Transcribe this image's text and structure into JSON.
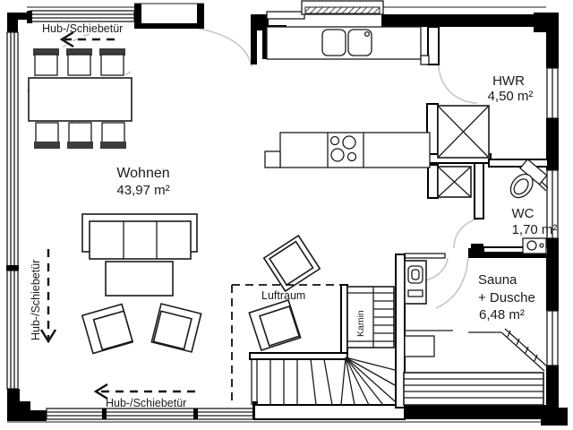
{
  "plan": {
    "rooms": {
      "wohnen": {
        "name": "Wohnen",
        "area": "43,97 m²"
      },
      "hwr": {
        "name": "HWR",
        "area": "4,50 m²"
      },
      "wc": {
        "name": "WC",
        "area": "1,70 m²"
      },
      "sauna": {
        "name": "Sauna",
        "sub": "+ Dusche",
        "area": "6,48 m²"
      },
      "luftraum": {
        "name": "Luftraum"
      },
      "kamin": {
        "name": "Kamin"
      }
    },
    "labels": {
      "sliding_top": "Hub-/Schiebetür",
      "sliding_left": "Hub-/Schiebetür",
      "sliding_bottom": "Hub-/Schiebetür"
    },
    "colors": {
      "wall": "#000000",
      "furniture_line": "#1b1b1b",
      "door_swing": "#c6c6c6",
      "paper": "#ffffff"
    }
  }
}
